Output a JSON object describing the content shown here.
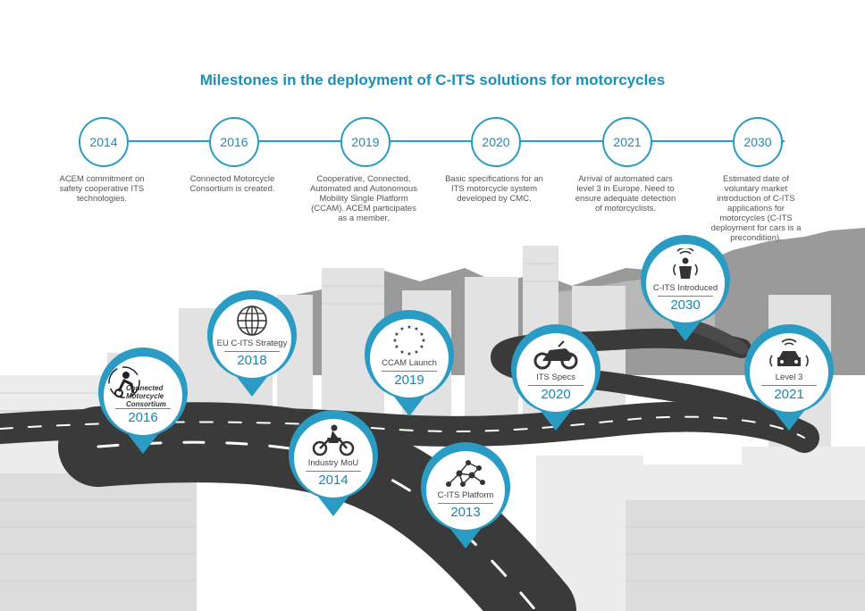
{
  "title": "Milestones in the deployment of C-ITS solutions for motorcycles",
  "timeline": [
    {
      "year": "2014",
      "text": "ACEM commitment on safety cooperative ITS technologies."
    },
    {
      "year": "2016",
      "text": "Connected Motorcycle Consortium is created."
    },
    {
      "year": "2019",
      "text": "Cooperative, Connected, Automated and Autonomous Mobility Single Platform (CCAM). ACEM participates as a member."
    },
    {
      "year": "2020",
      "text": "Basic specifications for an ITS motorcycle system developed by CMC."
    },
    {
      "year": "2021",
      "text": "Arrival of automated cars level 3 in Europe. Need to ensure adequate detection of motorcyclists."
    },
    {
      "year": "2030",
      "text": "Estimated date of voluntary market introduction of C-ITS applications for motorcycles (C-ITS deployment for cars is a precondition)."
    }
  ],
  "pins": [
    {
      "label": "",
      "year": "2016",
      "icon": "consortium-logo-icon",
      "logo_lines": [
        "Connected",
        "Motorcycle",
        "Consortium"
      ]
    },
    {
      "label": "EU C-ITS Strategy",
      "year": "2018",
      "icon": "globe-icon"
    },
    {
      "label": "Industry MoU",
      "year": "2014",
      "icon": "motorcycle-rider-icon"
    },
    {
      "label": "CCAM Launch",
      "year": "2019",
      "icon": "eu-stars-icon"
    },
    {
      "label": "C-ITS Platform",
      "year": "2013",
      "icon": "network-icon"
    },
    {
      "label": "ITS Specs",
      "year": "2020",
      "icon": "sport-motorcycle-icon"
    },
    {
      "label": "C-ITS Introduced",
      "year": "2030",
      "icon": "connected-motorcycle-icon"
    },
    {
      "label": "Level 3",
      "year": "2021",
      "icon": "connected-car-icon"
    }
  ],
  "colors": {
    "accent": "#2a9cc4",
    "title": "#1c8fb5",
    "road": "#3a3a3a",
    "city": "#d8d8d8"
  }
}
